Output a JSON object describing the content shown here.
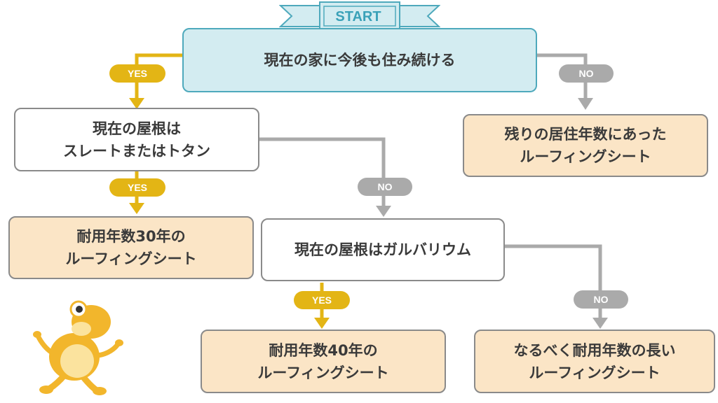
{
  "start_label": "START",
  "nodes": {
    "start_q": "現在の家に今後も住み続ける",
    "q_slate": "現在の屋根は\nスレートまたはトタン",
    "q_galvalume": "現在の屋根はガルバリウム",
    "r_remaining": "残りの居住年数にあった\nルーフィングシート",
    "r_30": "耐用年数30年の\nルーフィングシート",
    "r_40": "耐用年数40年の\nルーフィングシート",
    "r_longest": "なるべく耐用年数の長い\nルーフィングシート"
  },
  "edge_labels": {
    "yes": "YES",
    "no": "NO"
  },
  "colors": {
    "start_fill": "#d3ecf1",
    "start_border": "#4ea9bc",
    "result_fill": "#fbe5c6",
    "yes": "#e3b515",
    "no": "#aaaaaa",
    "node_border": "#8a8a8a",
    "text": "#3a3a3a"
  },
  "mascot_icon": "frog-icon"
}
